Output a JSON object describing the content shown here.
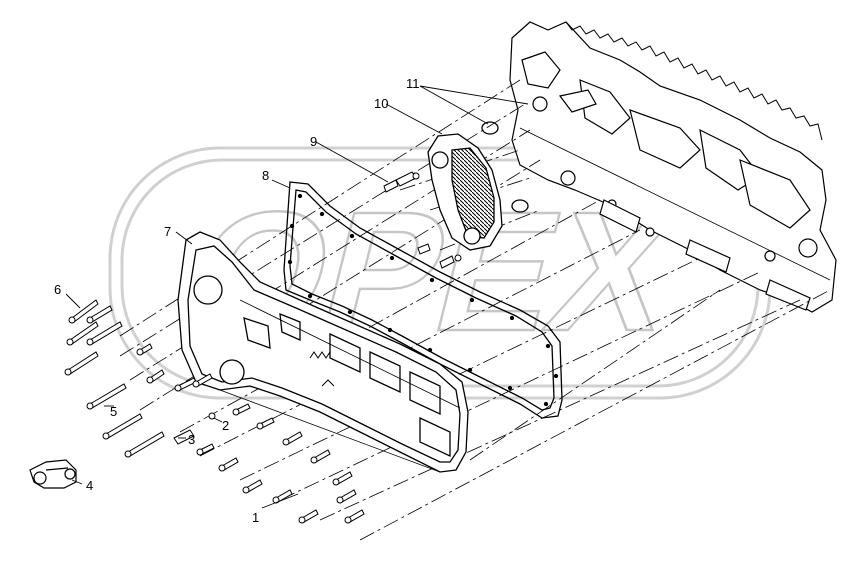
{
  "diagram": {
    "watermark_text": "OPEX",
    "callouts": [
      "1",
      "2",
      "3",
      "4",
      "5",
      "6",
      "7",
      "8",
      "9",
      "10",
      "11"
    ],
    "parts": {
      "engine_block": "engine-block",
      "oil_cooler": "oil-cooler",
      "gasket": "gasket",
      "cooler_housing_cover": "cooler-housing-cover",
      "thermostat_valve": "thermostat-valve"
    }
  }
}
